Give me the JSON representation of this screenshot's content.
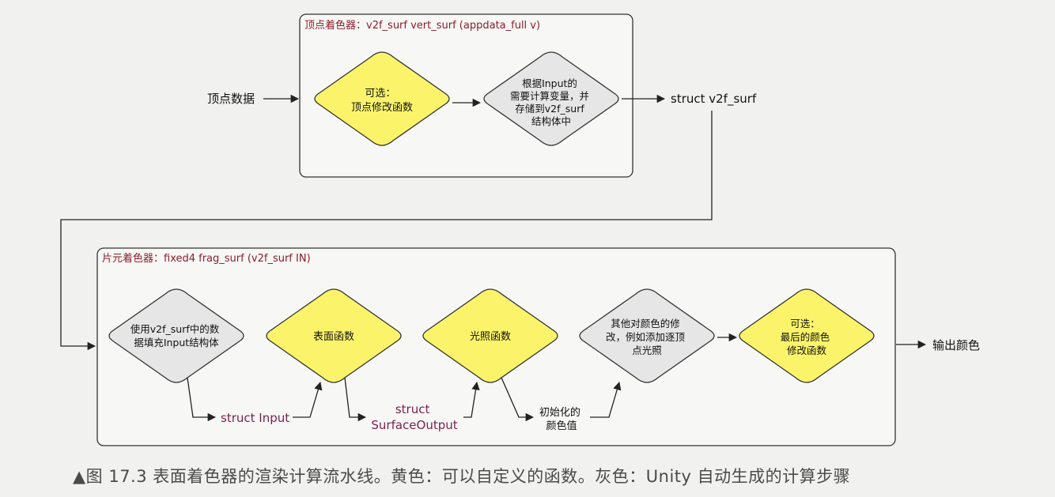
{
  "vertex_shader": {
    "title": "顶点着色器：v2f_surf vert_surf (appdata_full v)",
    "input_label": "顶点数据",
    "optional_vertex_fn": [
      "可选：",
      "顶点修改函数"
    ],
    "compute_vars": [
      "根据Input的",
      "需要计算变量，并",
      "存储到v2f_surf",
      "结构体中"
    ],
    "output_label": "struct v2f_surf"
  },
  "fragment_shader": {
    "title": "片元着色器：fixed4 frag_surf (v2f_surf IN)",
    "fill_input": [
      "使用v2f_surf中的数",
      "据填充Input结构体"
    ],
    "surface_fn": "表面函数",
    "lighting_fn": "光照函数",
    "other_color": [
      "其他对颜色的修",
      "改，例如添加逐顶",
      "点光照"
    ],
    "final_color_fn": [
      "可选：",
      "最后的颜色",
      "修改函数"
    ],
    "struct_input": "struct Input",
    "struct_surface_output": [
      "struct",
      "SurfaceOutput"
    ],
    "init_color": [
      "初始化的",
      "颜色值"
    ],
    "output_label": "输出颜色"
  },
  "caption": {
    "marker": "▲",
    "text": "图 17.3   表面着色器的渲染计算流水线。黄色：可以自定义的函数。灰色：Unity 自动生成的计算步骤"
  },
  "colors": {
    "yellow": "#fbf46a",
    "gray": "#e6e6e6",
    "border": "#333333",
    "title_red": "#8b1e2b",
    "struct_purple": "#7a1f4f"
  }
}
